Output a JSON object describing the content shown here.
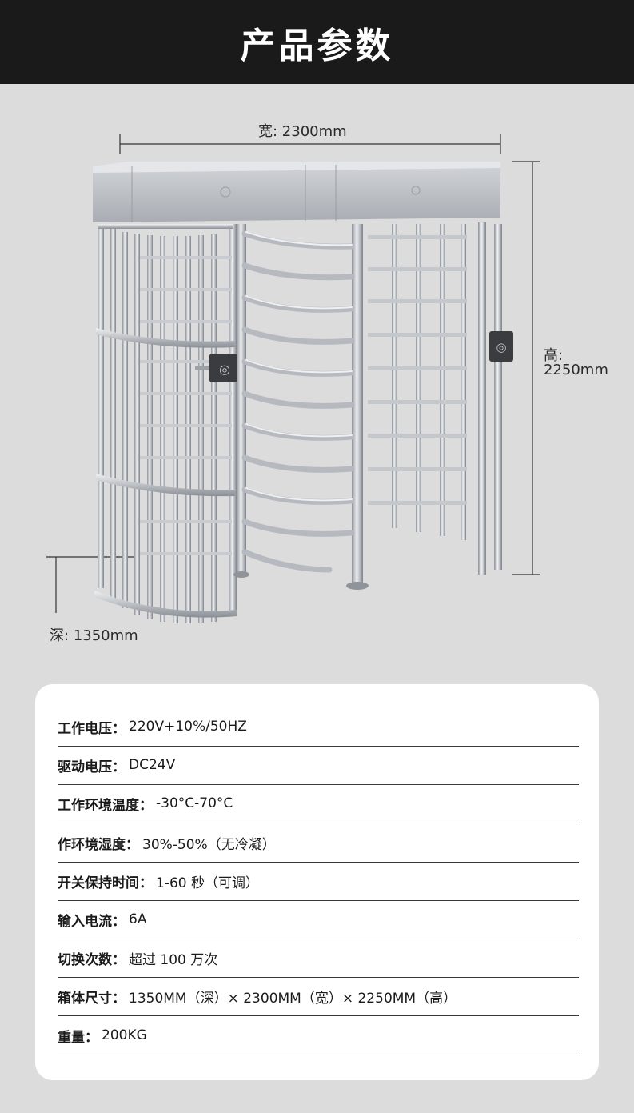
{
  "header": {
    "title": "产品参数"
  },
  "dimensions": {
    "width": "宽: 2300mm",
    "height_label": "高:",
    "height_value": "2250mm",
    "depth": "深: 1350mm"
  },
  "specs": [
    {
      "label": "工作电压",
      "value": "220V+10%/50HZ"
    },
    {
      "label": "驱动电压",
      "value": "DC24V"
    },
    {
      "label": "工作环境温度",
      "value": "-30°C-70°C"
    },
    {
      "label": "作环境湿度",
      "value": "30%-50%（无冷凝）"
    },
    {
      "label": "开关保持时间",
      "value": "1-60 秒（可调）"
    },
    {
      "label": "输入电流 ",
      "value": " 6A"
    },
    {
      "label": "切换次数",
      "value": "超过 100 万次"
    },
    {
      "label": "箱体尺寸",
      "value": "1350MM（深）× 2300MM（宽）× 2250MM（高）"
    },
    {
      "label": "重量",
      "value": "200KG"
    }
  ],
  "colors": {
    "header_bg": "#1a1a1a",
    "page_bg": "#dcdcdc",
    "card_bg": "#ffffff",
    "steel": "#b8bcc2"
  }
}
